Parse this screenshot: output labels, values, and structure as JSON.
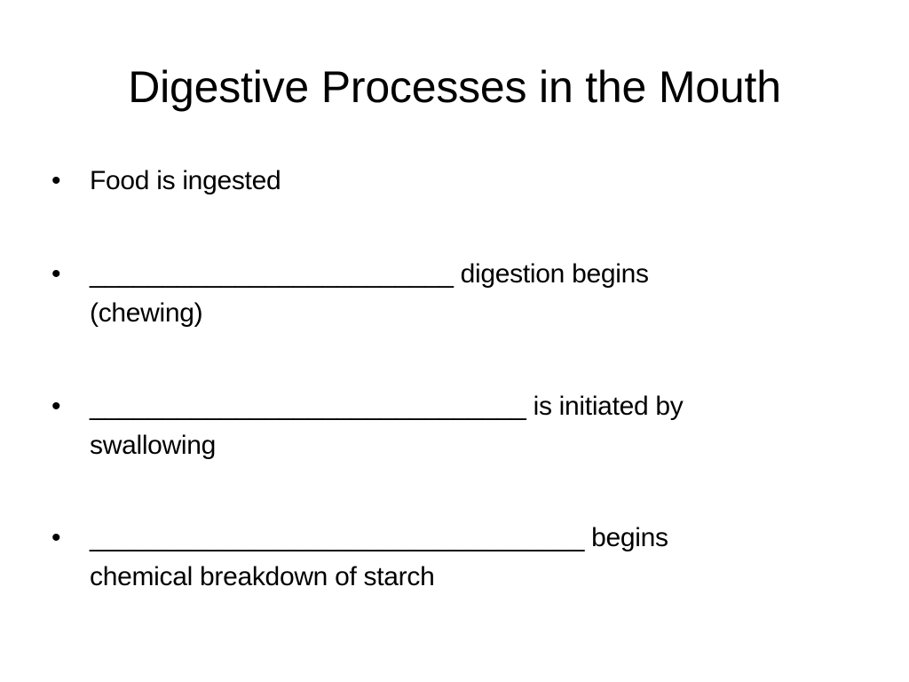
{
  "slide": {
    "title": "Digestive Processes in the Mouth",
    "bullet_symbol": "•",
    "bullets": [
      {
        "lines": [
          "Food is ingested"
        ]
      },
      {
        "lines": [
          "_________________________ digestion begins",
          "(chewing)"
        ]
      },
      {
        "lines": [
          "______________________________ is initiated by",
          "swallowing"
        ]
      },
      {
        "lines": [
          "__________________________________ begins",
          "chemical breakdown of starch"
        ]
      }
    ]
  }
}
